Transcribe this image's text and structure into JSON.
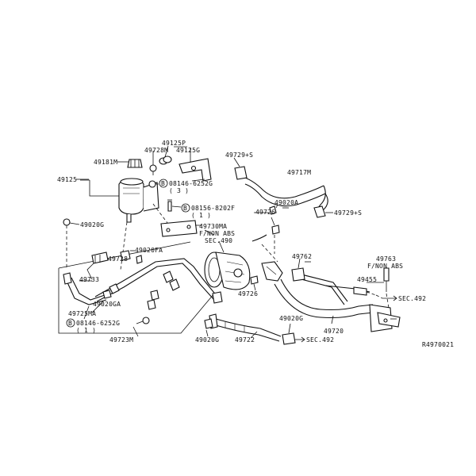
{
  "labels": {
    "p49125P": "49125P",
    "p49728M": "49728M",
    "p49125G": "49125G",
    "p49181M": "49181M",
    "p49125": "49125",
    "p08146_top": "08146-6252G",
    "p08146_top_qty": "( 3 )",
    "p08156": "08156-8202F",
    "p08156_qty": "( 1 )",
    "p49020G_left": "49020G",
    "p49729S_top": "49729+S",
    "p49717M": "49717M",
    "p49020A": "49020A",
    "p49726_top": "49726",
    "p49729S_right": "49729+S",
    "p49730MA": "49730MA",
    "f_non_abs_1": "F/NON ABS",
    "sec490": "SEC.490",
    "p49020FA": "49020FA",
    "p49728": "49728",
    "p49762": "49762",
    "p49763": "49763",
    "f_non_abs_2": "F/NON ABS",
    "p49733": "49733",
    "p49455": "49455",
    "p49020GA": "49020GA",
    "p49726_bottom": "49726",
    "sec492_right": "SEC.492",
    "p49725MA": "49725MA",
    "p08146_bottom": "08146-6252G",
    "p08146_bottom_qty": "( 1 )",
    "p49020G_bottom": "49020G",
    "p49020G_mid": "49020G",
    "p49720": "49720",
    "sec492_bottom": "SEC.492",
    "p49723M": "49723M",
    "p49722": "49722",
    "ref": "R4970021",
    "bolt_b": "B"
  }
}
